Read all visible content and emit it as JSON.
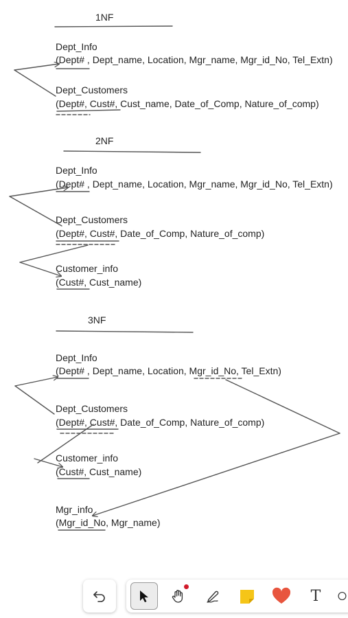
{
  "sections": [
    {
      "heading": "1NF",
      "tables": [
        {
          "name": "Dept_Info",
          "columns": "(Dept# , Dept_name, Location, Mgr_name, Mgr_id_No, Tel_Extn)"
        },
        {
          "name": "Dept_Customers",
          "columns": "(Dept#, Cust#, Cust_name, Date_of_Comp, Nature_of_comp)"
        }
      ]
    },
    {
      "heading": "2NF",
      "tables": [
        {
          "name": "Dept_Info",
          "columns": "(Dept# , Dept_name, Location, Mgr_name, Mgr_id_No, Tel_Extn)"
        },
        {
          "name": "Dept_Customers",
          "columns": "(Dept#, Cust#, Date_of_Comp, Nature_of_comp)"
        },
        {
          "name": "Customer_info",
          "columns": "(Cust#, Cust_name)"
        }
      ]
    },
    {
      "heading": "3NF",
      "tables": [
        {
          "name": "Dept_Info",
          "columns": "(Dept# , Dept_name, Location, Mgr_id_No, Tel_Extn)"
        },
        {
          "name": "Dept_Customers",
          "columns": "(Dept#, Cust#, Date_of_Comp, Nature_of_comp)"
        },
        {
          "name": "Customer_info",
          "columns": "(Cust#, Cust_name)"
        },
        {
          "name": "Mgr_info",
          "columns": "(Mgr_id_No, Mgr_name)"
        }
      ]
    }
  ],
  "toolbar": {
    "undo_icon": "undo-icon",
    "tools": [
      {
        "name": "select",
        "icon": "pointer-arrow-icon",
        "active": true
      },
      {
        "name": "pan",
        "icon": "hand-icon",
        "has_notification": true
      },
      {
        "name": "pen",
        "icon": "pen-icon"
      },
      {
        "name": "sticky-note",
        "icon": "sticky-note-icon"
      },
      {
        "name": "reaction",
        "icon": "heart-icon"
      },
      {
        "name": "text",
        "icon": "text-icon",
        "glyph": "T"
      },
      {
        "name": "shapes",
        "icon": "shape-icon"
      }
    ]
  },
  "colors": {
    "ink": "#555555",
    "text": "#222222",
    "sticky": "#f5c518",
    "heart": "#e8553e",
    "notification": "#d11a2a"
  }
}
